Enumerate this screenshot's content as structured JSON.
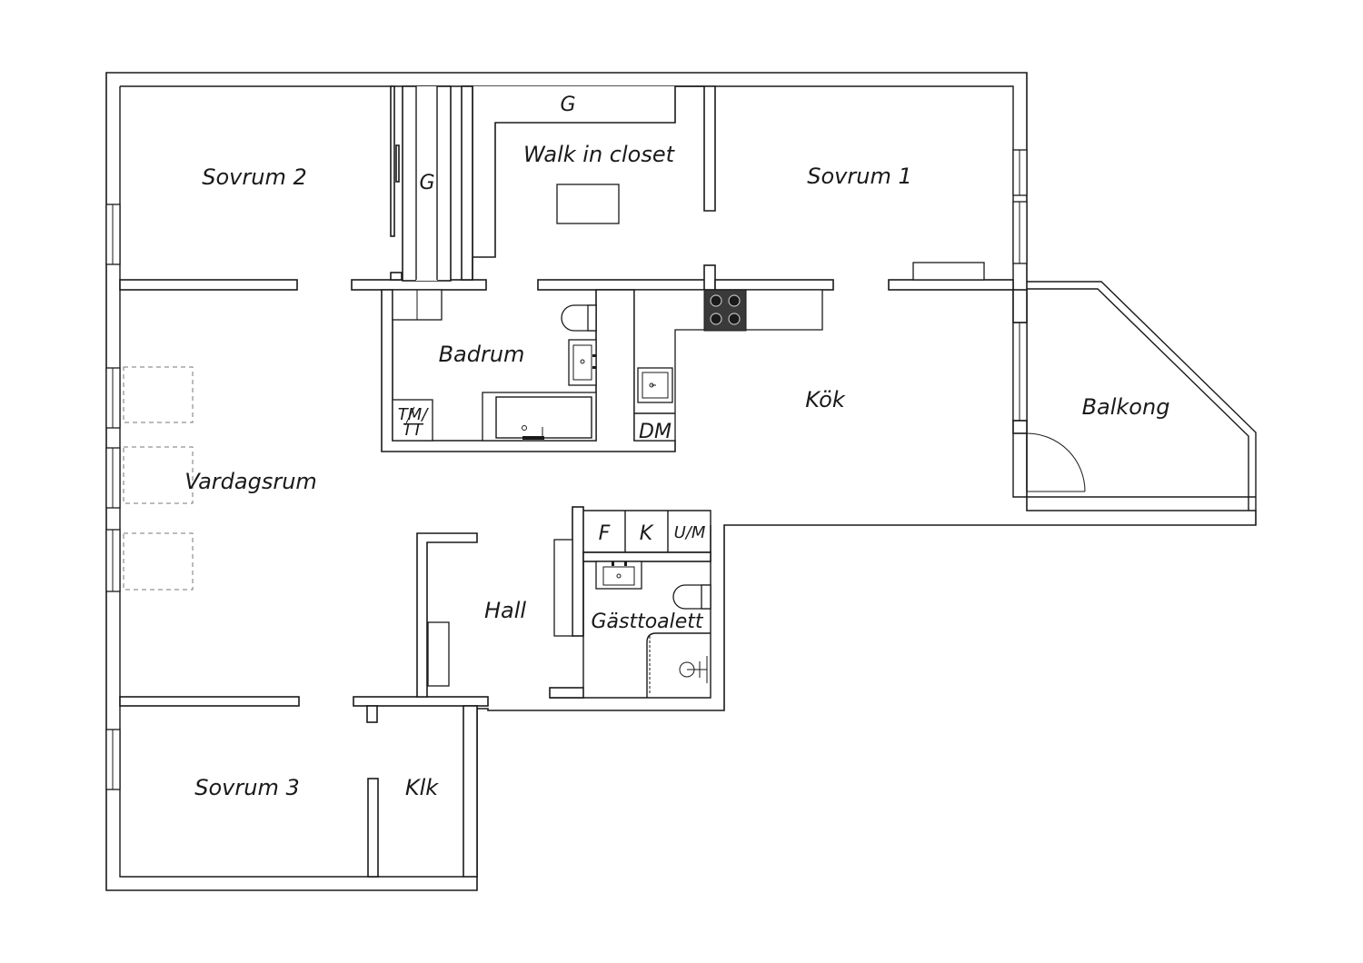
{
  "rooms": {
    "sovrum2": "Sovrum 2",
    "sovrum1": "Sovrum 1",
    "sovrum3": "Sovrum 3",
    "walkin": "Walk in closet",
    "g_closet": "G",
    "g_wardrobe": "G",
    "badrum": "Badrum",
    "tmtt_top": "TM/",
    "tmtt_bottom": "TT",
    "kok": "Kök",
    "dm": "DM",
    "balkong": "Balkong",
    "vardagsrum": "Vardagsrum",
    "hall": "Hall",
    "f": "F",
    "k": "K",
    "um": "U/M",
    "gasttoalett": "Gästtoalett",
    "klk": "Klk"
  },
  "colors": {
    "wall": "#1a1a1a",
    "stove": "#3a3a3a",
    "background": "#ffffff"
  }
}
